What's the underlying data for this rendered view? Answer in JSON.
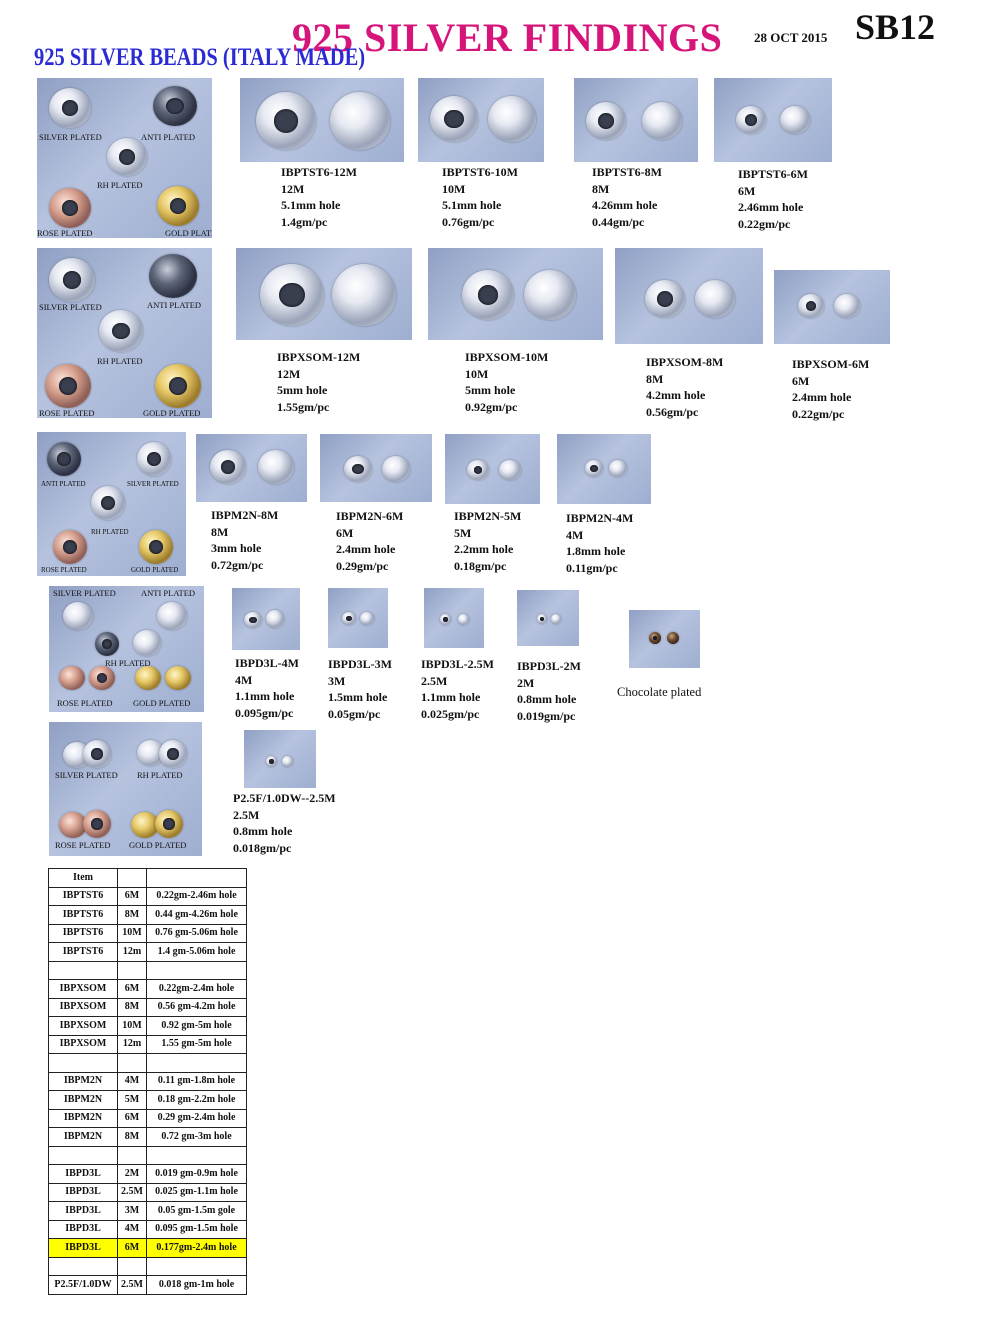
{
  "header": {
    "title": "925 SILVER FINDINGS",
    "subtitle": "925 SILVER BEADS (ITALY MADE)",
    "date": "28 OCT 2015",
    "code": "SB12"
  },
  "plating_labels": {
    "silver": "SILVER PLATED",
    "anti": "ANTI PLATED",
    "rh": "RH PLATED",
    "rose": "ROSE PLATED",
    "gold": "GOLD PLATED"
  },
  "products": [
    {
      "code": "IBPTST6-12M",
      "size": "12M",
      "hole": "5.1mm hole",
      "weight": "1.4gm/pc"
    },
    {
      "code": "IBPTST6-10M",
      "size": "10M",
      "hole": "5.1mm hole",
      "weight": "0.76gm/pc"
    },
    {
      "code": "IBPTST6-8M",
      "size": "8M",
      "hole": "4.26mm hole",
      "weight": "0.44gm/pc"
    },
    {
      "code": "IBPTST6-6M",
      "size": "6M",
      "hole": "2.46mm hole",
      "weight": "0.22gm/pc"
    },
    {
      "code": "IBPXSOM-12M",
      "size": "12M",
      "hole": "5mm hole",
      "weight": "1.55gm/pc"
    },
    {
      "code": "IBPXSOM-10M",
      "size": "10M",
      "hole": "5mm hole",
      "weight": "0.92gm/pc"
    },
    {
      "code": "IBPXSOM-8M",
      "size": "8M",
      "hole": "4.2mm hole",
      "weight": "0.56gm/pc"
    },
    {
      "code": "IBPXSOM-6M",
      "size": "6M",
      "hole": "2.4mm hole",
      "weight": "0.22gm/pc"
    },
    {
      "code": "IBPM2N-8M",
      "size": "8M",
      "hole": "3mm hole",
      "weight": "0.72gm/pc"
    },
    {
      "code": "IBPM2N-6M",
      "size": "6M",
      "hole": "2.4mm hole",
      "weight": "0.29gm/pc"
    },
    {
      "code": "IBPM2N-5M",
      "size": "5M",
      "hole": "2.2mm hole",
      "weight": "0.18gm/pc"
    },
    {
      "code": "IBPM2N-4M",
      "size": "4M",
      "hole": "1.8mm hole",
      "weight": "0.11gm/pc"
    },
    {
      "code": "IBPD3L-4M",
      "size": "4M",
      "hole": "1.1mm hole",
      "weight": "0.095gm/pc"
    },
    {
      "code": "IBPD3L-3M",
      "size": "3M",
      "hole": "1.5mm hole",
      "weight": "0.05gm/pc"
    },
    {
      "code": "IBPD3L-2.5M",
      "size": "2.5M",
      "hole": "1.1mm hole",
      "weight": "0.025gm/pc"
    },
    {
      "code": "IBPD3L-2M",
      "size": "2M",
      "hole": "0.8mm hole",
      "weight": "0.019gm/pc"
    },
    {
      "code": "P2.5F/1.0DW--2.5M",
      "size": "2.5M",
      "hole": "0.8mm hole",
      "weight": "0.018gm/pc"
    }
  ],
  "chocolate_label": "Chocolate plated",
  "table": {
    "header": "Item",
    "rows": [
      {
        "item": "IBPTST6",
        "size": "6M",
        "spec": "0.22gm-2.46m hole"
      },
      {
        "item": "IBPTST6",
        "size": "8M",
        "spec": "0.44 gm-4.26m hole"
      },
      {
        "item": "IBPTST6",
        "size": "10M",
        "spec": "0.76 gm-5.06m hole"
      },
      {
        "item": "IBPTST6",
        "size": "12m",
        "spec": "1.4 gm-5.06m hole"
      },
      {
        "item": "",
        "size": "",
        "spec": ""
      },
      {
        "item": "IBPXSOM",
        "size": "6M",
        "spec": "0.22gm-2.4m hole"
      },
      {
        "item": "IBPXSOM",
        "size": "8M",
        "spec": "0.56 gm-4.2m hole"
      },
      {
        "item": "IBPXSOM",
        "size": "10M",
        "spec": "0.92 gm-5m hole"
      },
      {
        "item": "IBPXSOM",
        "size": "12m",
        "spec": "1.55 gm-5m hole"
      },
      {
        "item": "",
        "size": "",
        "spec": ""
      },
      {
        "item": "IBPM2N",
        "size": "4M",
        "spec": "0.11 gm-1.8m hole"
      },
      {
        "item": "IBPM2N",
        "size": "5M",
        "spec": "0.18 gm-2.2m hole"
      },
      {
        "item": "IBPM2N",
        "size": "6M",
        "spec": "0.29 gm-2.4m hole"
      },
      {
        "item": "IBPM2N",
        "size": "8M",
        "spec": "0.72 gm-3m hole"
      },
      {
        "item": "",
        "size": "",
        "spec": ""
      },
      {
        "item": "IBPD3L",
        "size": "2M",
        "spec": "0.019 gm-0.9m hole"
      },
      {
        "item": "IBPD3L",
        "size": "2.5M",
        "spec": "0.025 gm-1.1m hole"
      },
      {
        "item": "IBPD3L",
        "size": "3M",
        "spec": "0.05 gm-1.5m gole"
      },
      {
        "item": "IBPD3L",
        "size": "4M",
        "spec": "0.095 gm-1.5m hole"
      },
      {
        "item": "IBPD3L",
        "size": "6M",
        "spec": "0.177gm-2.4m hole"
      },
      {
        "item": "",
        "size": "",
        "spec": ""
      },
      {
        "item": "P2.5F/1.0DW",
        "size": "2.5M",
        "spec": "0.018 gm-1m hole"
      }
    ],
    "highlight_color": "#ffff00"
  },
  "colors": {
    "title": "#d6157a",
    "subtitle": "#2b2bd4",
    "photo_bg": "#a9b6d6"
  }
}
